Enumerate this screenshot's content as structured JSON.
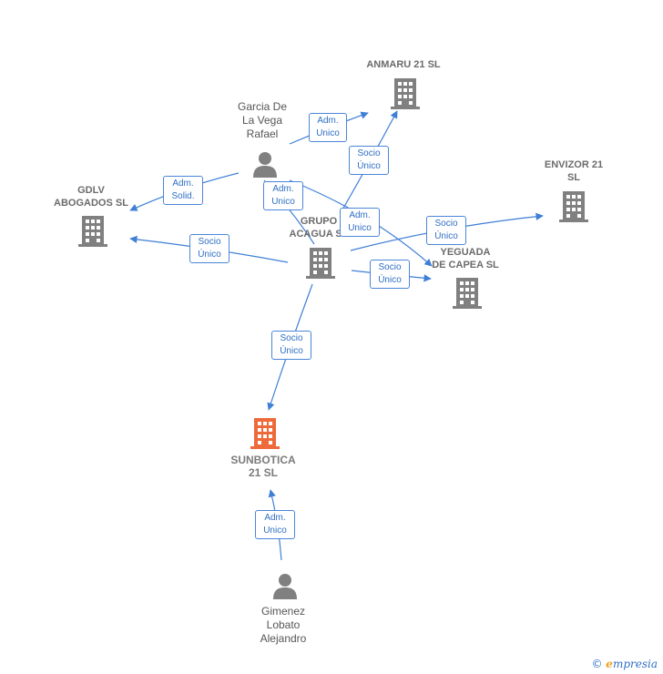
{
  "colors": {
    "edge": "#3f7fd6",
    "company": "#808080",
    "focus": "#ee6a3a",
    "person": "#808080",
    "badge_border": "#4a86d8"
  },
  "nodes": {
    "anmaru": {
      "label": "ANMARU 21  SL",
      "icon": "building-icon"
    },
    "envizor": {
      "label": "ENVIZOR 21\nSL",
      "icon": "building-icon"
    },
    "gdlv": {
      "label": "GDLV\nABOGADOS  SL",
      "icon": "building-icon"
    },
    "grupo": {
      "label": "GRUPO\nACAGUA  SL",
      "icon": "building-icon"
    },
    "yeguada": {
      "label": "YEGUADA\nDE CAPEA  SL",
      "icon": "building-icon"
    },
    "sunbotica": {
      "label": "SUNBOTICA\n21  SL",
      "icon": "building-icon"
    },
    "garcia": {
      "label": "Garcia De\nLa Vega\nRafael",
      "icon": "person-icon"
    },
    "gimenez": {
      "label": "Gimenez\nLobato\nAlejandro",
      "icon": "person-icon"
    }
  },
  "edges": {
    "garcia_anmaru": "Adm.\nUnico",
    "garcia_gdlv": "Adm.\nSolid.",
    "garcia_grupo": "Adm.\nUnico",
    "garcia_yeguada": "Adm.\nUnico",
    "grupo_anmaru": "Socio\nÚnico",
    "grupo_envizor": "Socio\nÚnico",
    "grupo_gdlv": "Socio\nÚnico",
    "grupo_yeguada": "Socio\nÚnico",
    "grupo_sunbotica": "Socio\nÚnico",
    "gimenez_sunbotica": "Adm.\nUnico"
  },
  "footer": {
    "copyright": "©",
    "brand_initial": "e",
    "brand_rest": "mpresia"
  }
}
